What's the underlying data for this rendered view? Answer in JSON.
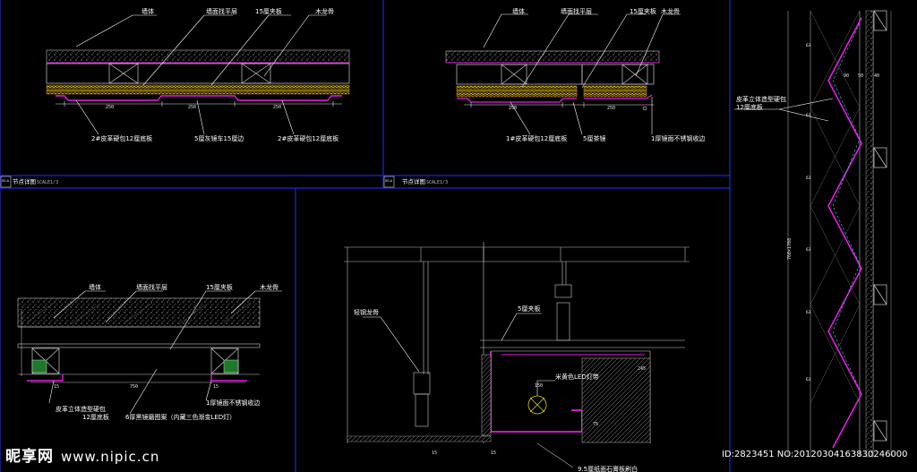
{
  "panel1": {
    "labels": [
      "墙体",
      "墙面找平层",
      "15厘夹板",
      "木龙骨"
    ],
    "dims": [
      "250",
      "250",
      "250"
    ],
    "callouts": [
      "2#皮革硬包12厘底板",
      "5厘灰镜车15厘边",
      "2#皮革硬包12厘底板"
    ],
    "title": "节点详图",
    "scale": "SCALE1/3",
    "tag": "00-A"
  },
  "panel2": {
    "labels": [
      "墙体",
      "墙面找平层",
      "15厘夹板",
      "木龙骨"
    ],
    "dims": [
      "250",
      "250"
    ],
    "callouts": [
      "1#皮革硬包12厘底板",
      "5厘茶镜",
      "1厚镜面不锈钢收边"
    ],
    "title": "节点详图",
    "scale": "SCALE1/3",
    "tag": "00-A"
  },
  "panel3": {
    "labels": [
      "墙体",
      "墙面找平层",
      "15厘夹板",
      "木龙骨"
    ],
    "dims": [
      "15",
      "750",
      "15"
    ],
    "callouts": [
      "皮革立体造型硬包",
      "12厘底板",
      "6厚黑镜磨图案（内藏三色渐变LED灯）",
      "1厚镜面不锈钢收边"
    ]
  },
  "panel4": {
    "labels": [
      "轻钢龙骨",
      "5厘夹板",
      "米黄色LED灯带"
    ],
    "dims": [
      "150",
      "245",
      "75",
      "15",
      "15"
    ],
    "bottom_label": "9.5厘纸面石膏板刷白"
  },
  "panel5": {
    "labels": [
      "皮革立体造型硬包",
      "12厘底板"
    ],
    "dims": [
      "90",
      "50",
      "40",
      "760×1708"
    ]
  },
  "watermark": {
    "brand": "昵享网",
    "url": "www.nipic.cn",
    "id_text": "ID:2823451 NO:20120304163830246000"
  },
  "colors": {
    "background": "#000000",
    "frame": "#1a2bd6",
    "magenta": "#e51de5",
    "yellow": "#e6d600",
    "gray": "#b8b8b8",
    "cyan": "#2ad0d0",
    "text": "#ffffff"
  }
}
